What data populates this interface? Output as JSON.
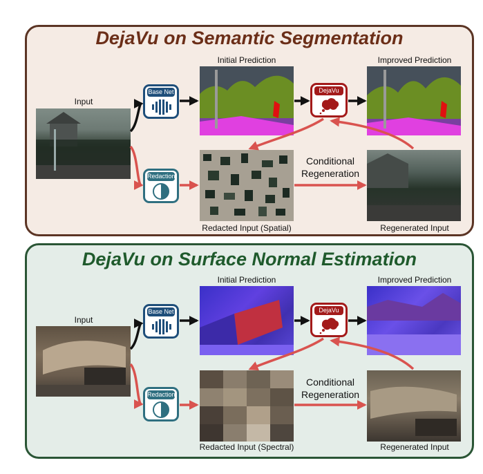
{
  "top": {
    "title": "DejaVu on Semantic Segmentation",
    "input_label": "Input",
    "initial_label": "Initial Prediction",
    "improved_label": "Improved Prediction",
    "redacted_label": "Redacted Input (Spatial)",
    "regenerated_label": "Regenerated Input",
    "cond_line1": "Conditional",
    "cond_line2": "Regeneration",
    "basenet_label": "Base Net",
    "redaction_label": "Redaction",
    "dejavu_label": "DejaVu"
  },
  "bottom": {
    "title": "DejaVu on Surface Normal Estimation",
    "input_label": "Input",
    "initial_label": "Initial Prediction",
    "improved_label": "Improved Prediction",
    "redacted_label": "Redacted Input (Spectral)",
    "regenerated_label": "Regenerated Input",
    "cond_line1": "Conditional",
    "cond_line2": "Regeneration",
    "basenet_label": "Base Net",
    "redaction_label": "Redaction",
    "dejavu_label": "DejaVu"
  },
  "colors": {
    "top_border": "#5b3424",
    "bottom_border": "#2a5535",
    "arrow_black": "#111111",
    "arrow_red": "#d9534f",
    "basenet_blue": "#1e4e7a",
    "redaction_teal": "#2f6f80",
    "dejavu_red": "#a31a1a"
  },
  "icons": {
    "basenet": "bars-icon",
    "redaction": "half-circle-icon",
    "dejavu": "thought-cloud-icon"
  }
}
